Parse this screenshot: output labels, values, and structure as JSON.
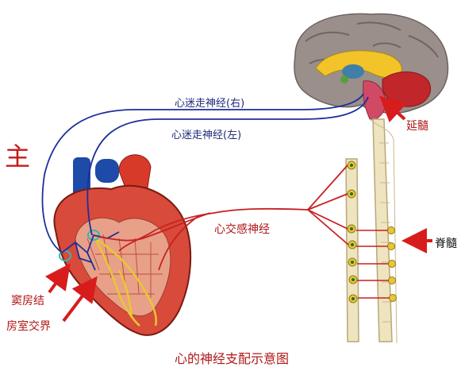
{
  "labels": {
    "vagus_right": "心迷走神经(右)",
    "vagus_left": "心迷走神经(左)",
    "medulla": "延髓",
    "spinal_cord": "脊髓",
    "sympathetic": "心交感神经",
    "sinoatrial_node": "窦房结",
    "av_junction": "房室交界",
    "handwritten_note": "主",
    "caption": "心的神经支配示意图"
  },
  "colors": {
    "vagus_nerve": "#1e2f9a",
    "sympathetic_nerve": "#c82020",
    "arrow": "#d81c1c",
    "spine": "#efe4c0"
  }
}
